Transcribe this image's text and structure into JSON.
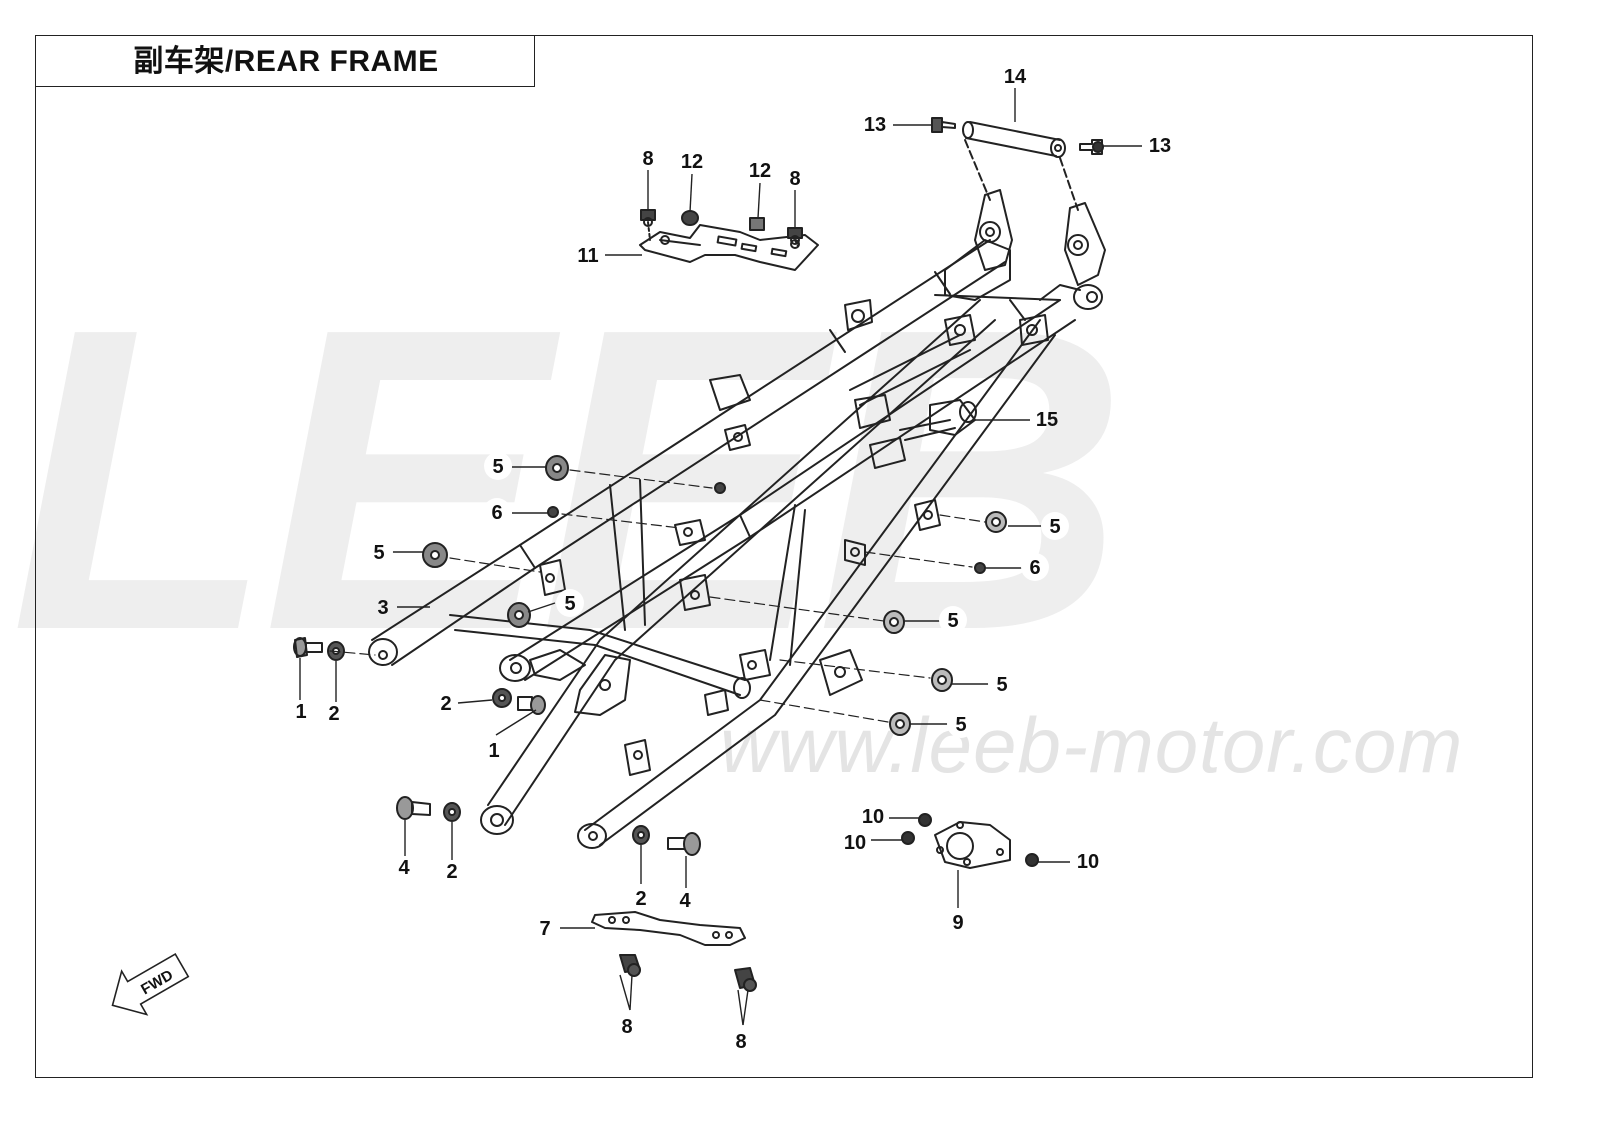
{
  "diagram": {
    "title": "副车架/REAR FRAME",
    "watermark_brand": "LEEB",
    "watermark_site": "www.leeb-motor.com",
    "fwd_label": "FWD",
    "callouts": [
      {
        "id": "c13a",
        "label": "13"
      },
      {
        "id": "c14",
        "label": "14"
      },
      {
        "id": "c13b",
        "label": "13"
      },
      {
        "id": "c8a",
        "label": "8"
      },
      {
        "id": "c12a",
        "label": "12"
      },
      {
        "id": "c12b",
        "label": "12"
      },
      {
        "id": "c8b",
        "label": "8"
      },
      {
        "id": "c11",
        "label": "11"
      },
      {
        "id": "c15",
        "label": "15"
      },
      {
        "id": "c5a",
        "label": "5"
      },
      {
        "id": "c6a",
        "label": "6"
      },
      {
        "id": "c5b",
        "label": "5"
      },
      {
        "id": "c3",
        "label": "3"
      },
      {
        "id": "c5c",
        "label": "5"
      },
      {
        "id": "c5d",
        "label": "5"
      },
      {
        "id": "c6b",
        "label": "6"
      },
      {
        "id": "c5e",
        "label": "5"
      },
      {
        "id": "c5f",
        "label": "5"
      },
      {
        "id": "c5g",
        "label": "5"
      },
      {
        "id": "c1a",
        "label": "1"
      },
      {
        "id": "c2a",
        "label": "2"
      },
      {
        "id": "c2b",
        "label": "2"
      },
      {
        "id": "c1b",
        "label": "1"
      },
      {
        "id": "c4a",
        "label": "4"
      },
      {
        "id": "c2c",
        "label": "2"
      },
      {
        "id": "c2d",
        "label": "2"
      },
      {
        "id": "c4b",
        "label": "4"
      },
      {
        "id": "c10a",
        "label": "10"
      },
      {
        "id": "c10b",
        "label": "10"
      },
      {
        "id": "c10c",
        "label": "10"
      },
      {
        "id": "c9",
        "label": "9"
      },
      {
        "id": "c7",
        "label": "7"
      },
      {
        "id": "c8c",
        "label": "8"
      },
      {
        "id": "c8d",
        "label": "8"
      }
    ]
  }
}
